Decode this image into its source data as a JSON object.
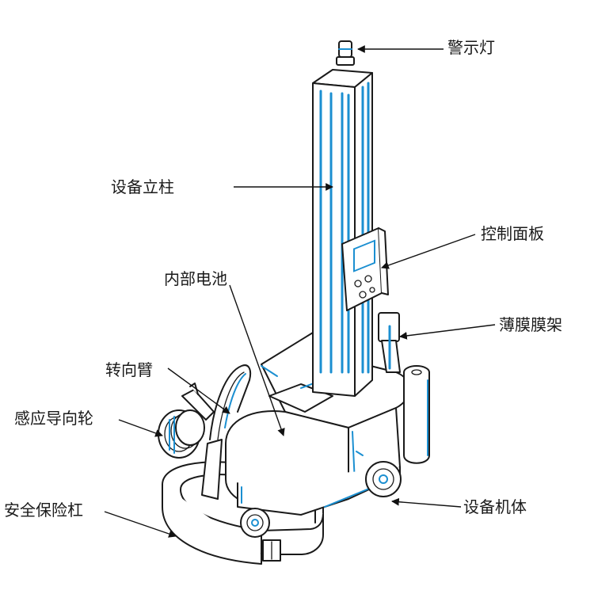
{
  "labels": {
    "warning_light": "警示灯",
    "column": "设备立柱",
    "control_panel": "控制面板",
    "battery": "内部电池",
    "film_rack": "薄膜膜架",
    "steering_arm": "转向臂",
    "guide_wheel": "感应导向轮",
    "bumper": "安全保险杠",
    "body": "设备机体"
  },
  "colors": {
    "outline": "#1a1a1a",
    "accent": "#1b8fd1",
    "background": "#ffffff"
  }
}
